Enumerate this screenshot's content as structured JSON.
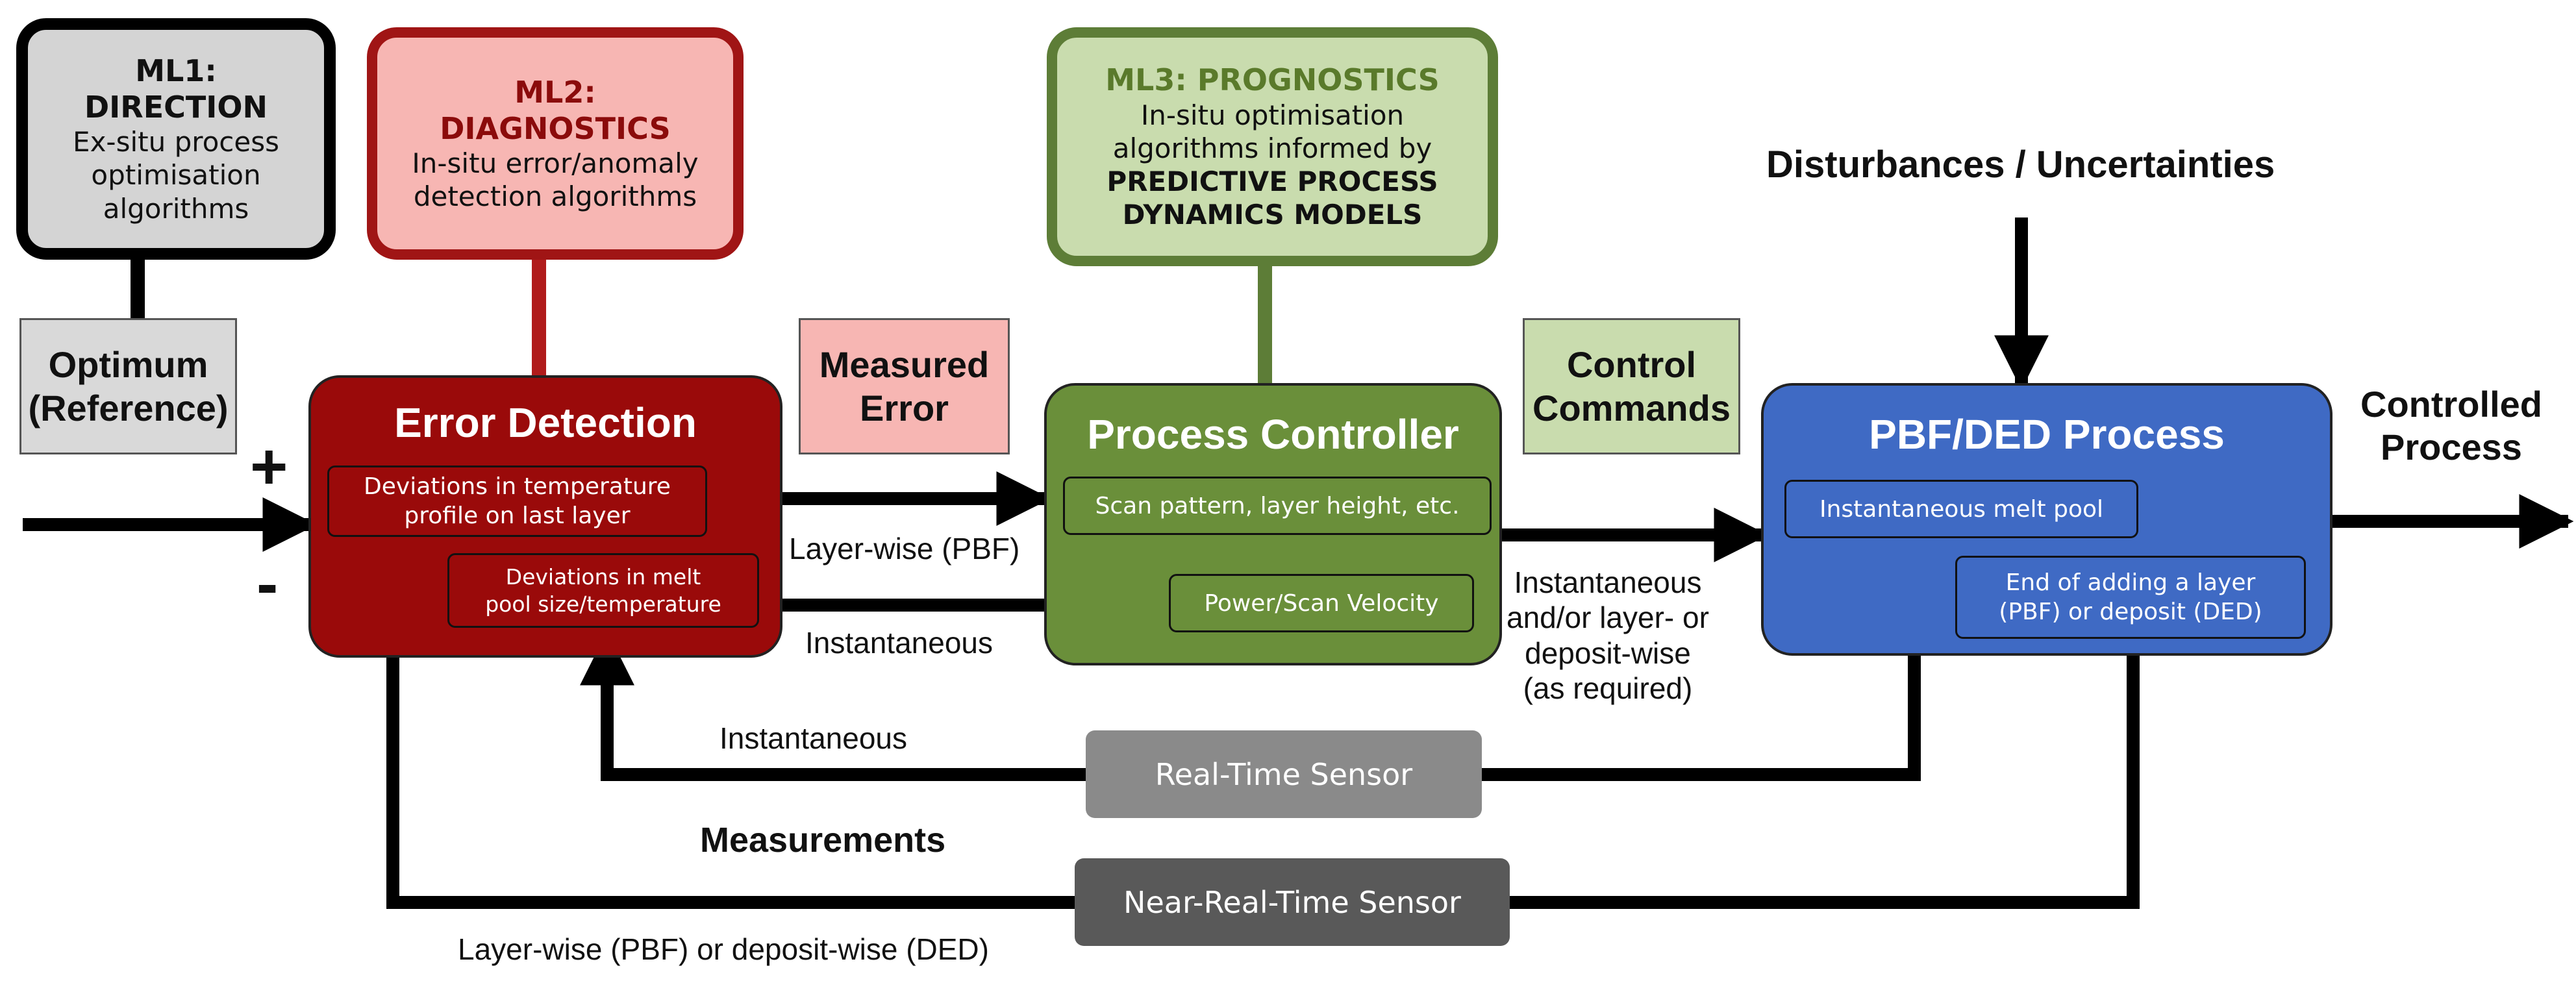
{
  "ml_boxes": {
    "ml1": {
      "title_1": "ML1:",
      "title_2": "DIRECTION",
      "body_1": "Ex-situ process",
      "body_2": "optimisation",
      "body_3": "algorithms"
    },
    "ml2": {
      "title_1": "ML2:",
      "title_2": "DIAGNOSTICS",
      "body_1": "In-situ error/anomaly",
      "body_2": "detection algorithms"
    },
    "ml3": {
      "title": "ML3: PROGNOSTICS",
      "body_1": "In-situ optimisation",
      "body_2": "algorithms  informed by",
      "bold_1": "PREDICTIVE PROCESS",
      "bold_2": "DYNAMICS MODELS"
    }
  },
  "tags": {
    "optimum_1": "Optimum",
    "optimum_2": "(Reference)",
    "measured_error_1": "Measured",
    "measured_error_2": "Error",
    "control_commands_1": "Control",
    "control_commands_2": "Commands"
  },
  "blocks": {
    "error_detection": {
      "title": "Error Detection",
      "inner_1a": "Deviations in temperature",
      "inner_1b": "profile on last layer",
      "inner_2a": "Deviations in melt",
      "inner_2b": "pool size/temperature"
    },
    "process_controller": {
      "title": "Process Controller",
      "inner_1": "Scan pattern, layer height, etc.",
      "inner_2": "Power/Scan Velocity"
    },
    "pbf_ded": {
      "title": "PBF/DED Process",
      "inner_1": "Instantaneous melt pool",
      "inner_2a": "End of adding a layer",
      "inner_2b": "(PBF) or deposit (DED)"
    }
  },
  "labels": {
    "plus": "+",
    "minus": "-",
    "disturbances": "Disturbances / Uncertainties",
    "controlled_1": "Controlled",
    "controlled_2": "Process",
    "layer_wise_pbf": "Layer-wise (PBF)",
    "instantaneous_mid": "Instantaneous",
    "instantaneous_right_1": "Instantaneous",
    "instantaneous_right_2": "and/or layer- or",
    "instantaneous_right_3": "deposit-wise",
    "instantaneous_right_4": "(as required)",
    "instantaneous_feedback": "Instantaneous",
    "measurements": "Measurements",
    "layer_deposit_wise": "Layer-wise (PBF) or deposit-wise (DED)"
  },
  "sensors": {
    "real_time": "Real-Time Sensor",
    "near_real_time": "Near-Real-Time Sensor"
  },
  "colors": {
    "ml1_fill": "#d4d4d4",
    "ml1_border": "#000000",
    "ml2_fill": "#f7b6b3",
    "ml2_border": "#a01515",
    "ml2_text": "#8b0b0b",
    "ml3_fill": "#c9dcae",
    "ml3_border": "#5d7d37",
    "ml3_title": "#5a7a2b",
    "error_detection": "#9a0a0a",
    "process_controller": "#6a8f3a",
    "pbf_ded": "#3f6ac4",
    "real_time_sensor": "#8a8a8a",
    "near_real_time_sensor": "#595959"
  }
}
